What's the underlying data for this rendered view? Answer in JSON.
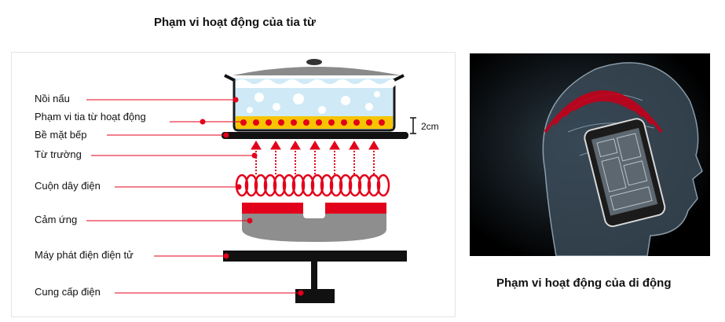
{
  "titles": {
    "left": "Phạm vi hoạt động của tia từ",
    "right": "Phạm vi hoạt động của di động"
  },
  "labels": {
    "pot": "Nồi nấu",
    "range": "Phạm vi tia từ hoạt động",
    "surface": "Bề mặt bếp",
    "field": "Từ trường",
    "coil": "Cuộn dây điện",
    "sensor": "Cảm ứng",
    "generator": "Máy phát điện điện tử",
    "supply": "Cung cấp điện",
    "dimension": "2cm"
  },
  "colors": {
    "accent_red": "#e3001b",
    "dot_yellow": "#f7c400",
    "black": "#111111",
    "water": "#bfe6f5"
  }
}
